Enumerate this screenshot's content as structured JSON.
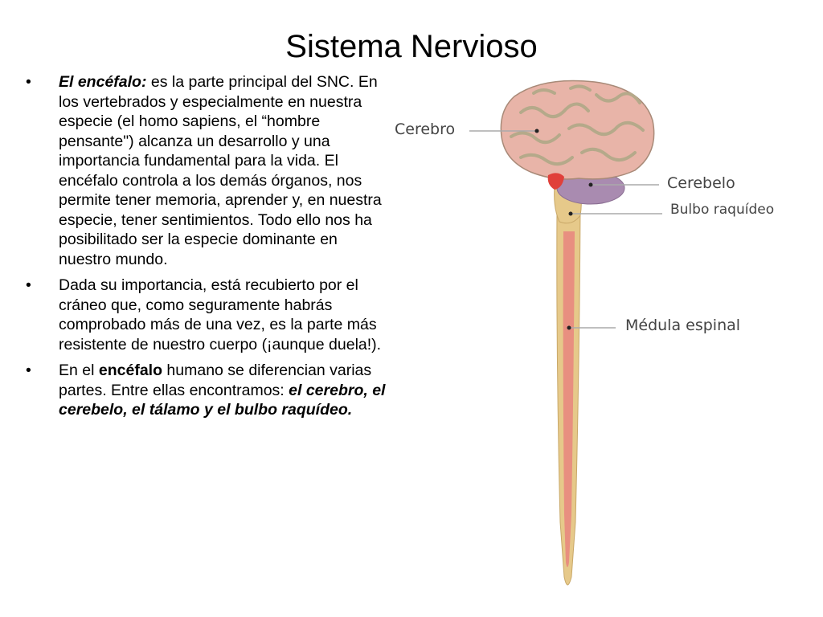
{
  "slide": {
    "title": "Sistema Nervioso"
  },
  "bullets": [
    {
      "marker": "•",
      "lead": "El encéfalo:",
      "text": " es la parte principal del SNC. En los vertebrados y especialmente en nuestra especie (el homo sapiens, el “hombre pensante\") alcanza un desarrollo y una importancia fundamental para la vida. El encéfalo controla a los demás órganos, nos permite tener memoria, aprender y, en nuestra especie, tener sentimientos. Todo ello nos ha posibilitado ser la especie dominante en nuestro mundo."
    },
    {
      "marker": "•",
      "text": "Dada su importancia, está recubierto por el cráneo que, como seguramente habrás comprobado más de una vez, es la parte más resistente de nuestro cuerpo (¡aunque duela!)."
    },
    {
      "marker": "•",
      "pre": "En el ",
      "bold": "encéfalo",
      "mid": " humano se diferencian varias partes. Entre ellas encontramos: ",
      "tail": "el cerebro, el cerebelo, el tálamo y el bulbo raquídeo."
    }
  ],
  "figure": {
    "labels": {
      "cerebro": "Cerebro",
      "cerebelo": "Cerebelo",
      "bulbo": "Bulbo raquídeo",
      "medula": "Médula espinal"
    },
    "colors": {
      "brain": "#e8b4a8",
      "gyri": "#b5a98a",
      "cerebellum": "#a98bb0",
      "thalamus": "#e0403a",
      "medulla": "#e6c98a",
      "spinal_cord": "#e88f80",
      "label_line": "#aaaaaa"
    }
  }
}
